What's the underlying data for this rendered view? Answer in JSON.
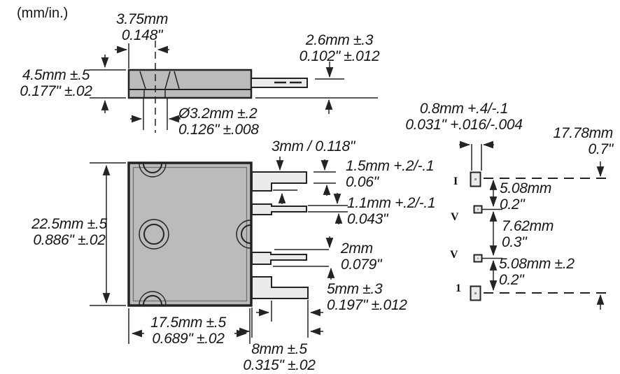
{
  "unit_note": "(mm/in.)",
  "pin_labels": [
    "I",
    "V",
    "V",
    "1"
  ],
  "dims": {
    "hole_offset": {
      "l1": "3.75mm",
      "l2": "0.148\""
    },
    "body_thickness": {
      "l1": "4.5mm ±.5",
      "l2": "0.177\" ±.02"
    },
    "lead_standoff": {
      "l1": "2.6mm ±.3",
      "l2": "0.102\" ±.012"
    },
    "hole_diameter": {
      "l1": "Ø3.2mm ±.2",
      "l2": "0.126\" ±.008"
    },
    "lead_base": {
      "l1": "3mm / 0.118\""
    },
    "lead1_thickness": {
      "l1": "1.5mm +.2/-.1",
      "l2": "0.06\""
    },
    "lead2_thickness": {
      "l1": "1.1mm +.2/-.1",
      "l2": "0.043\""
    },
    "lead3_thickness": {
      "l1": "2mm",
      "l2": "0.079\""
    },
    "lead_tip_length": {
      "l1": "5mm ±.3",
      "l2": "0.197\" ±.012"
    },
    "body_height": {
      "l1": "22.5mm ±.5",
      "l2": "0.886\" ±.02"
    },
    "body_width": {
      "l1": "17.5mm ±.5",
      "l2": "0.689\" ±.02"
    },
    "lead_length": {
      "l1": "8mm ±.5",
      "l2": "0.315\" ±.02"
    },
    "lead_tip_width": {
      "l1": "0.8mm +.4/-.1",
      "l2": "0.031\" +.016/-.004"
    },
    "span_total": {
      "l1": "17.78mm",
      "l2": "0.7\""
    },
    "pitch_1_2": {
      "l1": "5.08mm",
      "l2": "0.2\""
    },
    "pitch_2_3": {
      "l1": "7.62mm",
      "l2": "0.3\""
    },
    "pitch_3_4": {
      "l1": "5.08mm ±.2",
      "l2": "0.2\""
    }
  },
  "colors": {
    "body_fill": "#b9bbbd",
    "lead_fill": "#e9eaea",
    "line": "#232323"
  }
}
